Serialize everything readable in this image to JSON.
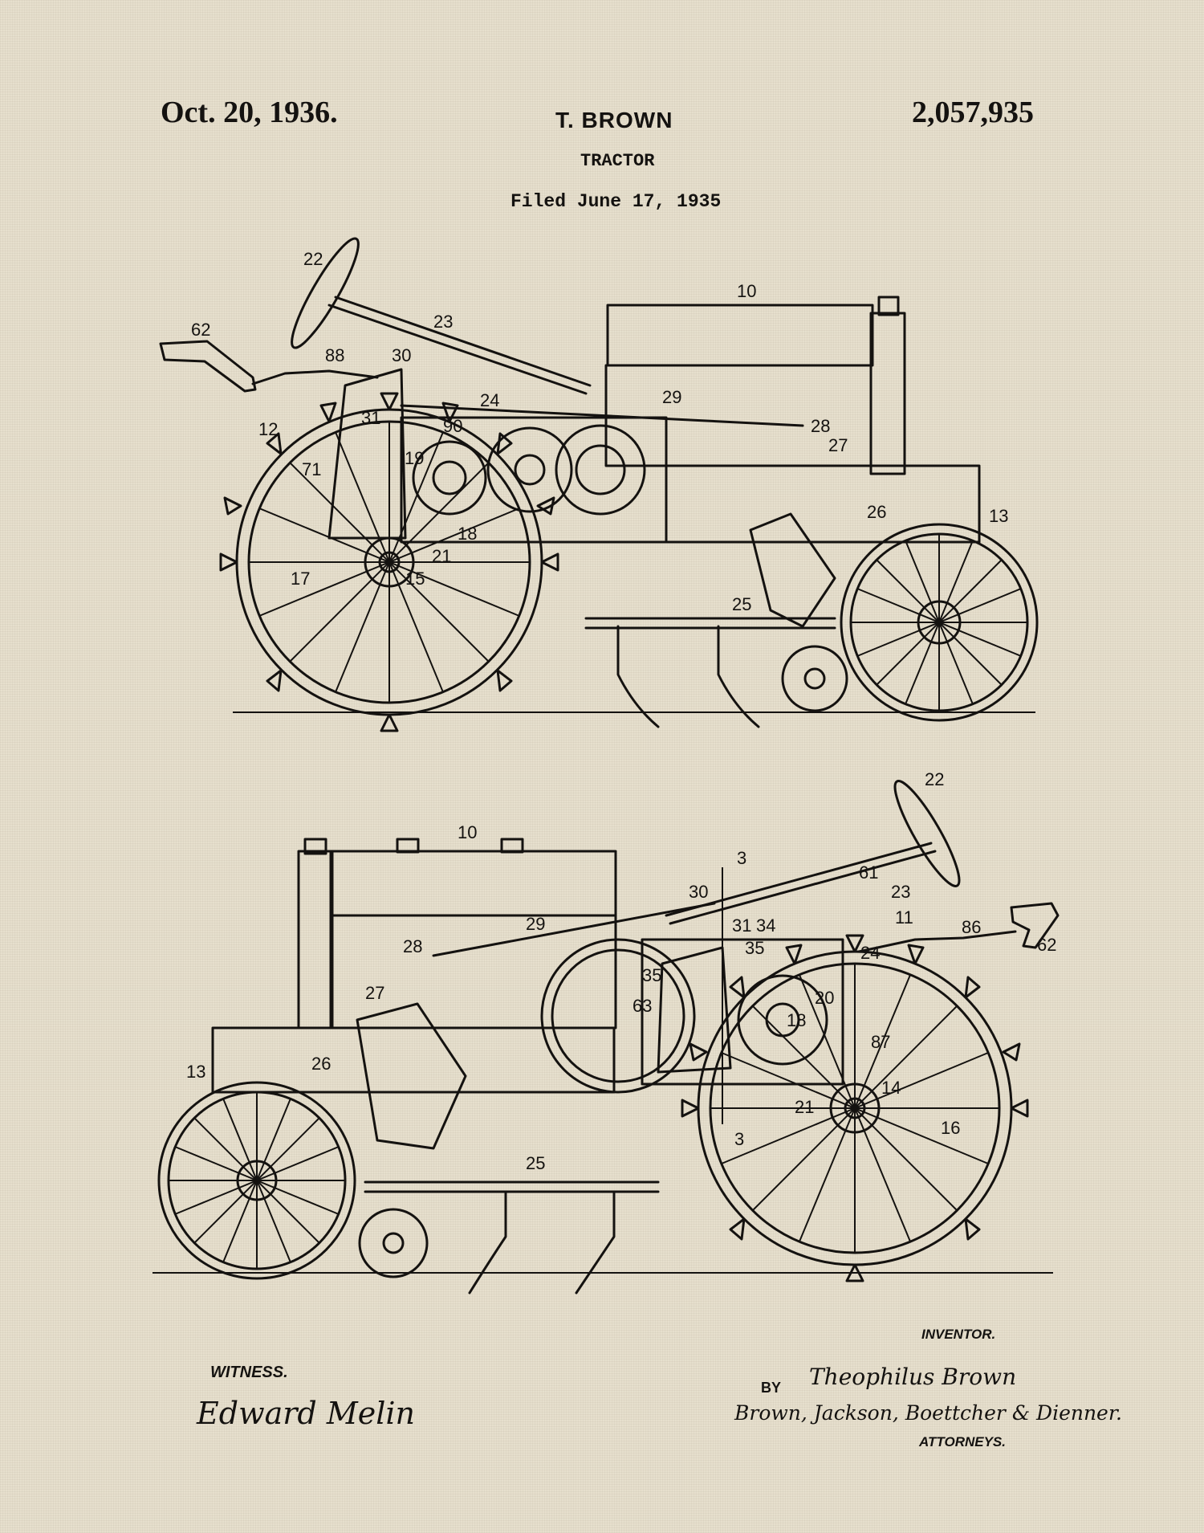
{
  "header": {
    "date": "Oct. 20, 1936.",
    "inventor_name": "T. BROWN",
    "patent_number": "2,057,935",
    "title": "TRACTOR",
    "filed": "Filed June 17, 1935"
  },
  "figure_top": {
    "callouts": [
      "22",
      "62",
      "88",
      "30",
      "23",
      "10",
      "24",
      "31",
      "90",
      "29",
      "28",
      "27",
      "12",
      "71",
      "19",
      "26",
      "13",
      "18",
      "21",
      "17",
      "15",
      "25"
    ]
  },
  "figure_bottom": {
    "callouts": [
      "22",
      "10",
      "3",
      "30",
      "61",
      "23",
      "29",
      "28",
      "31",
      "34",
      "11",
      "86",
      "62",
      "35",
      "24",
      "27",
      "35",
      "63",
      "20",
      "18",
      "87",
      "13",
      "26",
      "14",
      "21",
      "16",
      "3",
      "25"
    ]
  },
  "footer": {
    "witness_label": "WITNESS.",
    "witness_signature": "Edward Melin",
    "inventor_label": "INVENTOR.",
    "by_label": "BY",
    "inventor_signature": "Theophilus Brown",
    "attorneys_signature": "Brown, Jackson, Boettcher & Dienner.",
    "attorneys_label": "ATTORNEYS."
  }
}
